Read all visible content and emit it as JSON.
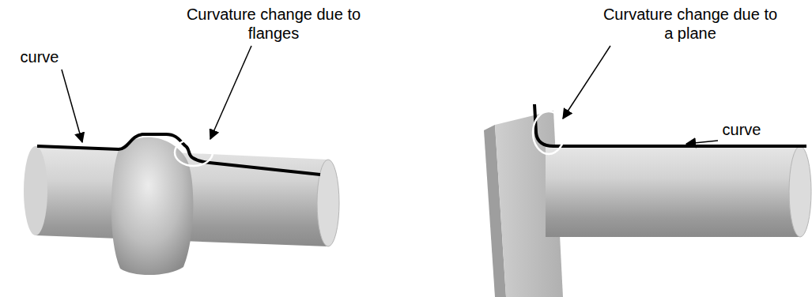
{
  "diagram": {
    "labels": [
      "Curvature change due to flanges",
      "curve",
      "Curvature change due to a plane",
      "curve"
    ]
  }
}
